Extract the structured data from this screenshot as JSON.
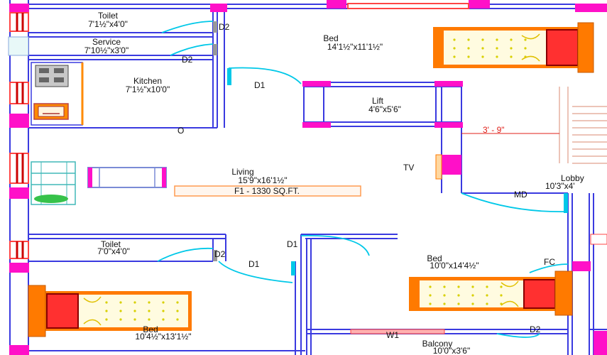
{
  "rooms": {
    "toilet_top": {
      "name": "Toilet",
      "size": "7'1½\"x4'0\""
    },
    "service": {
      "name": "Service",
      "size": "7'10½\"x3'0\""
    },
    "kitchen": {
      "name": "Kitchen",
      "size": "7'1½\"x10'0\""
    },
    "bed_top": {
      "name": "Bed",
      "size": "14'1½\"x11'1½\""
    },
    "lift": {
      "name": "Lift",
      "size": "4'6\"x5'6\""
    },
    "living": {
      "name": "Living",
      "size": "15'9\"x16'1½\""
    },
    "lobby": {
      "name": "Lobby",
      "size": "10'3\"x4'"
    },
    "toilet_bottom": {
      "name": "Toilet",
      "size": "7'0\"x4'0\""
    },
    "bed_left": {
      "name": "Bed",
      "size": "10'4½\"x13'1½\""
    },
    "bed_right": {
      "name": "Bed",
      "size": "10'0\"x14'4½\""
    },
    "balcony": {
      "name": "Balcony",
      "size": "10'0\"x3'6\""
    }
  },
  "area_tag": "F1 - 1330 SQ.FT.",
  "doors": {
    "d2_a": "D2",
    "d2_b": "D2",
    "d2_c": "D2",
    "d2_d": "D2",
    "d1_a": "D1",
    "d1_b": "D1",
    "d1_c": "D1",
    "md": "MD",
    "o": "O",
    "fc": "FC",
    "w1": "W1"
  },
  "dimension_red": "3' - 9\"",
  "tv": "TV",
  "colors": {
    "wall": "#3a3ae0",
    "column": "#ff10c8",
    "door_arc": "#00c8e8",
    "furniture": "#ff7a00",
    "bed_inner": "#ffe500",
    "window": "#ff4444",
    "stair": "#d88a70"
  }
}
